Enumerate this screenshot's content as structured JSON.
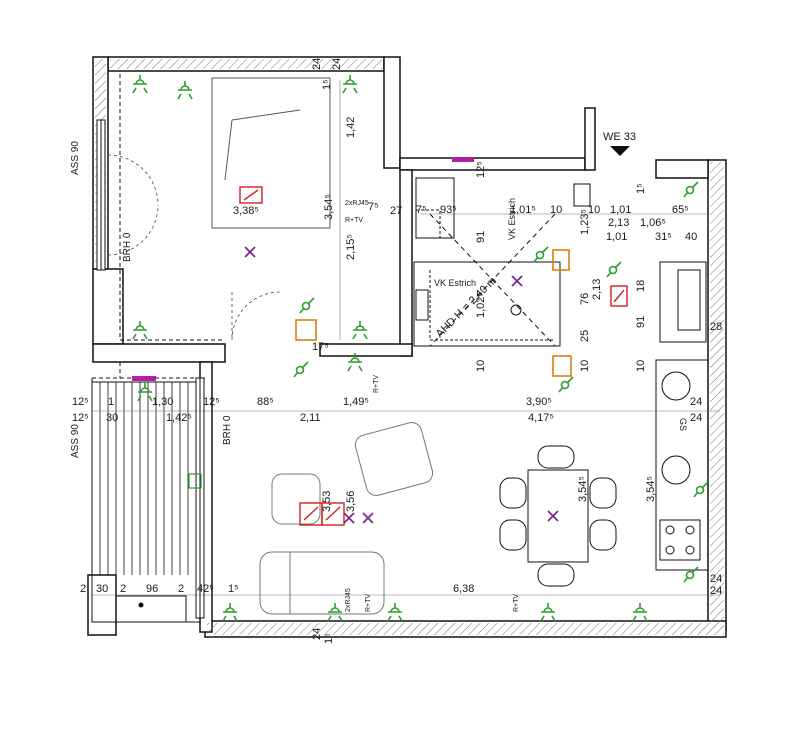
{
  "plan": {
    "unit_label": "WE 33",
    "labels": {
      "ass_top": "ASS 90",
      "ass_bottom": "ASS 90",
      "brh_left": "BRH 0",
      "brh_mid": "BRH 0",
      "vk_estrich_1": "VK Estrich",
      "vk_estrich_2": "VK Estrich",
      "ahd": "AHD H = 2,40 m",
      "rtv_1": "R+TV",
      "rtv_2": "R+TV",
      "rtv_3": "R+TV",
      "rtv_4": "R+TV",
      "rj45_1": "2xRJ45",
      "rj45_2": "2xRJ45",
      "gs": "GS"
    },
    "dims": {
      "d_24a": "24",
      "d_15a": "1⁵",
      "d_24b": "24",
      "d_142": "1,42",
      "d_354_top": "3,54⁵",
      "d_215": "2,15⁵",
      "d_75": "7⁵",
      "d_338": "3,38⁵",
      "d_27": "27",
      "d_7": "7⁵",
      "d_93": "93⁵",
      "d_12": "12⁵",
      "d_101a": "1,01⁵",
      "d_10a": "10",
      "d_91": "91",
      "d_102": "1,02⁵",
      "d_10b": "10",
      "d_123": "1,23⁵",
      "d_76": "76",
      "d_25": "25",
      "d_213a": "2,13",
      "d_10c": "10",
      "d_101b": "1,01",
      "d_213b": "2,13",
      "d_106": "1,06⁵",
      "d_101c": "1,01",
      "d_31": "31⁵",
      "d_40": "40",
      "d_65": "65⁵",
      "d_15b": "1⁵",
      "d_18": "18",
      "d_91b": "91",
      "d_28": "28",
      "d_10d": "10",
      "d_10e": "10",
      "d_17": "17⁵",
      "r1_125": "12⁵",
      "r1_1": "1",
      "r1_130": "1,30",
      "r1_125b": "12⁵",
      "r1_885": "88⁵",
      "r1_149": "1,49⁵",
      "r1_390": "3,90⁵",
      "r1_24": "24",
      "r2_125": "12⁵",
      "r2_30": "30",
      "r2_142": "1,42⁵",
      "r2_211": "2,11",
      "r2_417": "4,17⁵",
      "r2_24": "24",
      "d_353": "3,53",
      "d_356": "3,56",
      "d_354_mid": "3,54⁵",
      "d_354_right": "3,54⁵",
      "b_2a": "2",
      "b_30": "30",
      "b_2b": "2",
      "b_96": "96",
      "b_2c": "2",
      "b_42": "42⁵",
      "b_15": "1⁵",
      "b_638": "6,38",
      "b_24a": "24",
      "b_24b": "24",
      "b_24c": "24",
      "b_15b": "1⁵"
    }
  }
}
